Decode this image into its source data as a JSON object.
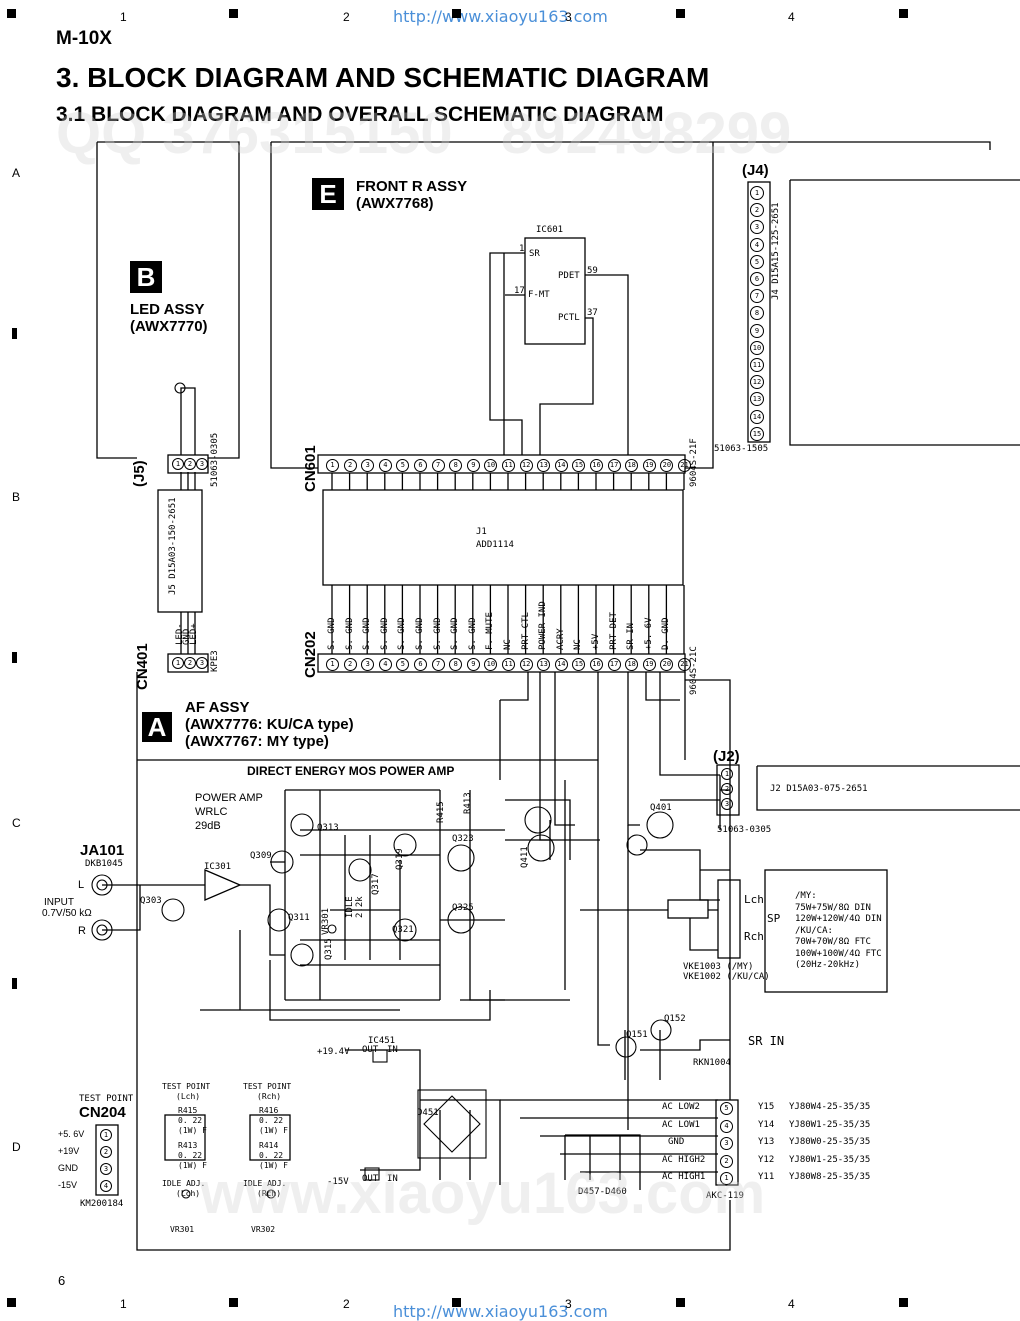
{
  "header": {
    "model": "M-10X",
    "title": "3. BLOCK DIAGRAM AND SCHEMATIC DIAGRAM",
    "subtitle": "3.1 BLOCK DIAGRAM AND OVERALL SCHEMATIC DIAGRAM",
    "url_top": "http://www.xiaoyu163.com",
    "url_bottom": "http://www.xiaoyu163.com",
    "page_number": "6"
  },
  "grid": {
    "columns": [
      "1",
      "2",
      "3",
      "4"
    ],
    "rows": [
      "A",
      "B",
      "C",
      "D"
    ]
  },
  "blocks": {
    "b": {
      "letter": "B",
      "name": "LED ASSY",
      "part": "(AWX7770)"
    },
    "e": {
      "letter": "E",
      "name": "FRONT R ASSY",
      "part": "(AWX7768)"
    },
    "a": {
      "letter": "A",
      "name": "AF ASSY",
      "part1": "(AWX7776: KU/CA type)",
      "part2": "(AWX7767: MY type)"
    }
  },
  "connectors": {
    "j4": {
      "name": "(J4)",
      "part": "51063-1505",
      "cable": "J4 D15A15-125-2651",
      "pins": [
        "1",
        "2",
        "3",
        "4",
        "5",
        "6",
        "7",
        "8",
        "9",
        "10",
        "11",
        "12",
        "13",
        "14",
        "15"
      ]
    },
    "j5": {
      "name": "(J5)",
      "part": "51063-0305",
      "cable": "J5 D15A03-150-2651",
      "pins": [
        "1",
        "2",
        "3"
      ]
    },
    "cn601": {
      "name": "CN601",
      "part": "9604S-21F"
    },
    "cn202": {
      "name": "CN202",
      "part": "9604S-21C"
    },
    "cn401": {
      "name": "CN401",
      "part": "KPE3",
      "labels": [
        "LED-",
        "GND",
        "LED+"
      ]
    },
    "j1": {
      "name": "J1",
      "part": "ADD1114"
    },
    "j2": {
      "name": "(J2)",
      "part": "51063-0305",
      "cable": "J2 D15A03-075-2651"
    },
    "ja101": {
      "name": "JA101",
      "part": "DKB1045",
      "l": "L",
      "r": "R",
      "input": "INPUT",
      "input_spec": "0.7V/50 kΩ"
    },
    "cn204": {
      "name": "CN204",
      "title": "TEST POINT",
      "part": "KM200184",
      "rows": [
        "+5. 6V",
        "+19V",
        "GND",
        "-15V"
      ]
    },
    "ac": {
      "part": "AKC-119",
      "rows": [
        {
          "label": "AC LOW2",
          "id": "Y15",
          "wire": "YJ80W4-25-35/35"
        },
        {
          "label": "AC LOW1",
          "id": "Y14",
          "wire": "YJ80W1-25-35/35"
        },
        {
          "label": "GND",
          "id": "Y13",
          "wire": "YJ80W0-25-35/35"
        },
        {
          "label": "AC HIGH2",
          "id": "Y12",
          "wire": "YJ80W1-25-35/35"
        },
        {
          "label": "AC HIGH1",
          "id": "Y11",
          "wire": "YJ80W8-25-35/35"
        }
      ]
    }
  },
  "cn_pins": [
    "1",
    "2",
    "3",
    "4",
    "5",
    "6",
    "7",
    "8",
    "9",
    "10",
    "11",
    "12",
    "13",
    "14",
    "15",
    "16",
    "17",
    "18",
    "19",
    "20",
    "21"
  ],
  "cn202_signals": [
    "S. GND",
    "S. GND",
    "S. GND",
    "S. GND",
    "S. GND",
    "S. GND",
    "S. GND",
    "S. GND",
    "S. GND",
    "F. MUTE",
    "NC",
    "PRT-CTL",
    "POWER IND",
    "ACRY",
    "NC",
    "+5V",
    "PRT-DET",
    "SR IN",
    "+5. 6V",
    "D. GND"
  ],
  "ic601": {
    "name": "IC601",
    "sr": "SR",
    "pdet": "PDET",
    "fmt": "F-MT",
    "pctl": "PCTL",
    "p1": "1",
    "p59": "59",
    "p17": "17",
    "p37": "37"
  },
  "amp": {
    "title": "DIRECT ENERGY MOS POWER AMP",
    "power_amp": "POWER AMP",
    "wrlc": "WRLC",
    "gain": "29dB",
    "parts": [
      "IC301",
      "Q303",
      "Q309",
      "Q313",
      "Q311",
      "Q315",
      "Q317",
      "Q319",
      "Q321",
      "Q323",
      "Q325",
      "Q411",
      "Q401",
      "VR301",
      "IDLE",
      "2.2k",
      "R415",
      "R413",
      "D451",
      "IC451",
      "Q151",
      "Q152",
      "D457-D460"
    ]
  },
  "speaker": {
    "lch": "Lch",
    "sp": "SP",
    "rch": "Rch",
    "part1": "VKE1003 (/MY)",
    "part2": "VKE1002 (/KU/CA)",
    "specs": [
      "/MY:",
      "75W+75W/8Ω DIN",
      "120W+120W/4Ω DIN",
      "/KU/CA:",
      "70W+70W/8Ω FTC",
      "100W+100W/4Ω FTC",
      "(20Hz-20kHz)"
    ]
  },
  "srin": {
    "label": "SR IN",
    "part": "RKN1004"
  },
  "supply": {
    "p194": "+19.4V",
    "m15": "-15V",
    "out": "OUT",
    "in": "IN"
  },
  "testpoints": {
    "lch": {
      "title1": "TEST POINT",
      "title2": "(Lch)",
      "r1": "R415",
      "v1": "0. 22",
      "w1": "(1W) F",
      "r2": "R413",
      "v2": "0. 22",
      "w2": "(1W) F",
      "idle": "IDLE ADJ.",
      "ch": "(Lch)",
      "vr": "VR301"
    },
    "rch": {
      "title1": "TEST POINT",
      "title2": "(Rch)",
      "r1": "R416",
      "v1": "0. 22",
      "w1": "(1W) F",
      "r2": "R414",
      "v2": "0. 22",
      "w2": "(1W) F",
      "idle": "IDLE ADJ.",
      "ch": "(Rch)",
      "vr": "VR302"
    }
  }
}
